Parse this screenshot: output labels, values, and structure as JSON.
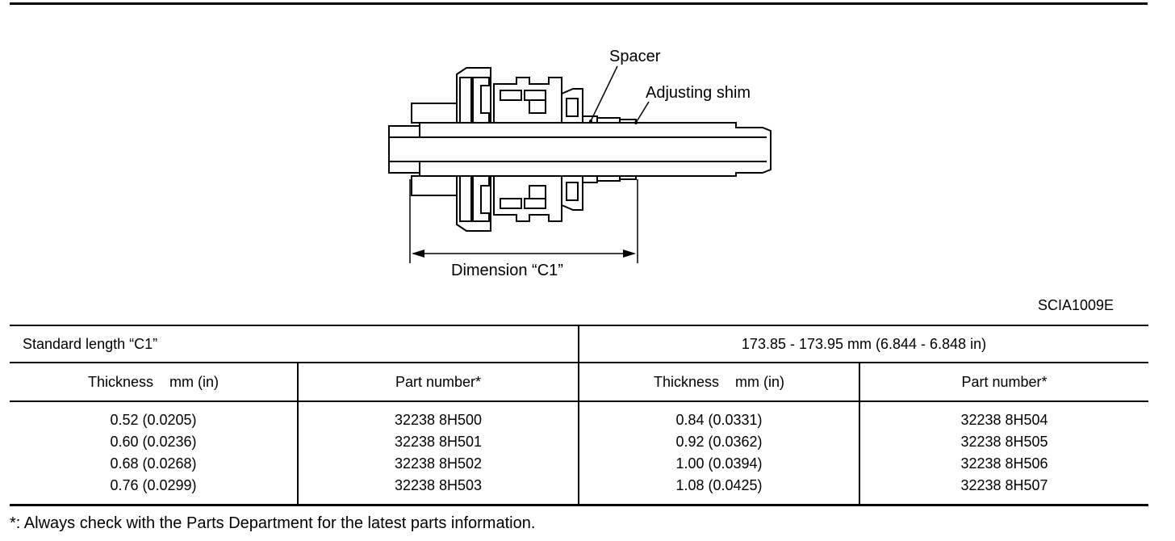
{
  "figure": {
    "labels": {
      "spacer": "Spacer",
      "adjusting_shim": "Adjusting shim",
      "dimension": "Dimension “C1”"
    },
    "code": "SCIA1009E"
  },
  "table": {
    "standard_label": "Standard length “C1”",
    "standard_value": "173.85 - 173.95 mm (6.844 - 6.848 in)",
    "headers": [
      "Thickness    mm (in)",
      "Part number*",
      "Thickness    mm (in)",
      "Part number*"
    ],
    "columns": [
      [
        "0.52 (0.0205)",
        "0.60 (0.0236)",
        "0.68 (0.0268)",
        "0.76 (0.0299)"
      ],
      [
        "32238 8H500",
        "32238 8H501",
        "32238 8H502",
        "32238 8H503"
      ],
      [
        "0.84 (0.0331)",
        "0.92 (0.0362)",
        "1.00 (0.0394)",
        "1.08 (0.0425)"
      ],
      [
        "32238 8H504",
        "32238 8H505",
        "32238 8H506",
        "32238 8H507"
      ]
    ]
  },
  "footnote": "*: Always check with the Parts Department for the latest parts information."
}
